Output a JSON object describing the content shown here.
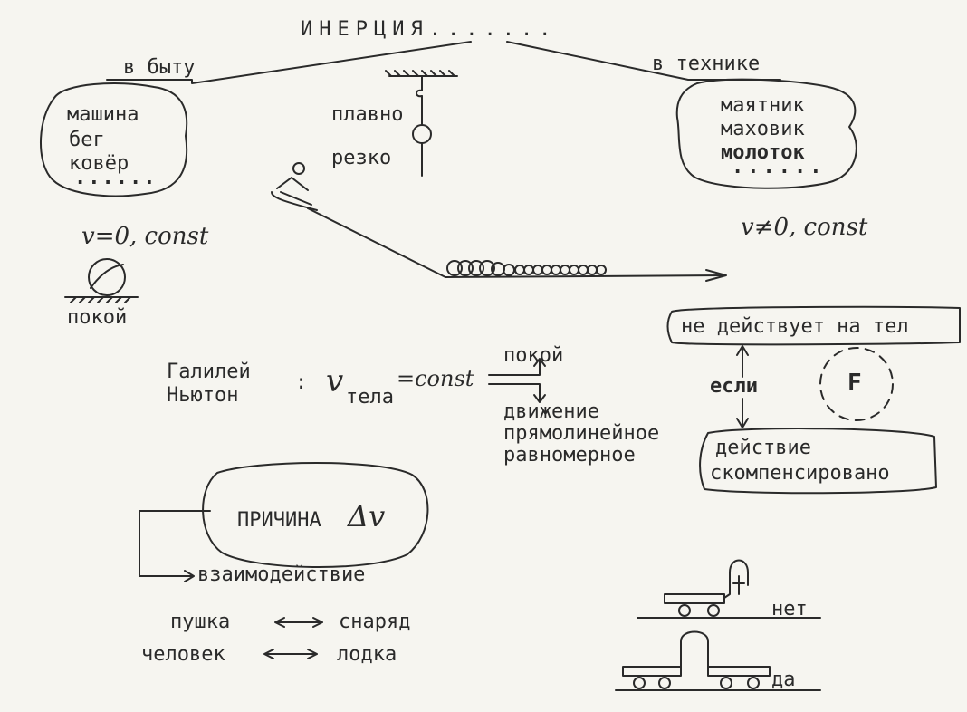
{
  "title": "ИНЕРЦИЯ.......",
  "branches": {
    "everyday": "в быту",
    "technology": "в технике"
  },
  "everyday_list": [
    "машина",
    "бег",
    "ковёр",
    "......"
  ],
  "technology_list": [
    "маятник",
    "маховик",
    "молоток",
    "......"
  ],
  "pendulum": {
    "smooth": "плавно",
    "sharp": "резко"
  },
  "velocity_rest": "v=0, const",
  "velocity_motion": "v≠0, const",
  "rest_label": "покой",
  "law": {
    "galileo": "Галилей",
    "newton": "Ньютон",
    "colon": ":",
    "v": "v",
    "body_sub": "тела",
    "eq": "=const",
    "rest": "покой",
    "motion": [
      "движение",
      "прямолинейное",
      "равномерное"
    ]
  },
  "forces": {
    "not_acting": "не действует на тел",
    "if": "если",
    "force": "F",
    "compensated": [
      "действие",
      "скомпенсировано"
    ]
  },
  "cause": {
    "label": "ПРИЧИНА",
    "delta": "Δv",
    "interaction": "взаимодействие"
  },
  "pairs": [
    {
      "left": "пушка",
      "right": "снаряд"
    },
    {
      "left": "человек",
      "right": "лодка"
    }
  ],
  "carts": {
    "no": "нет",
    "yes": "да"
  },
  "colors": {
    "ink": "#2a2a2a",
    "paper": "#f6f5f0"
  }
}
